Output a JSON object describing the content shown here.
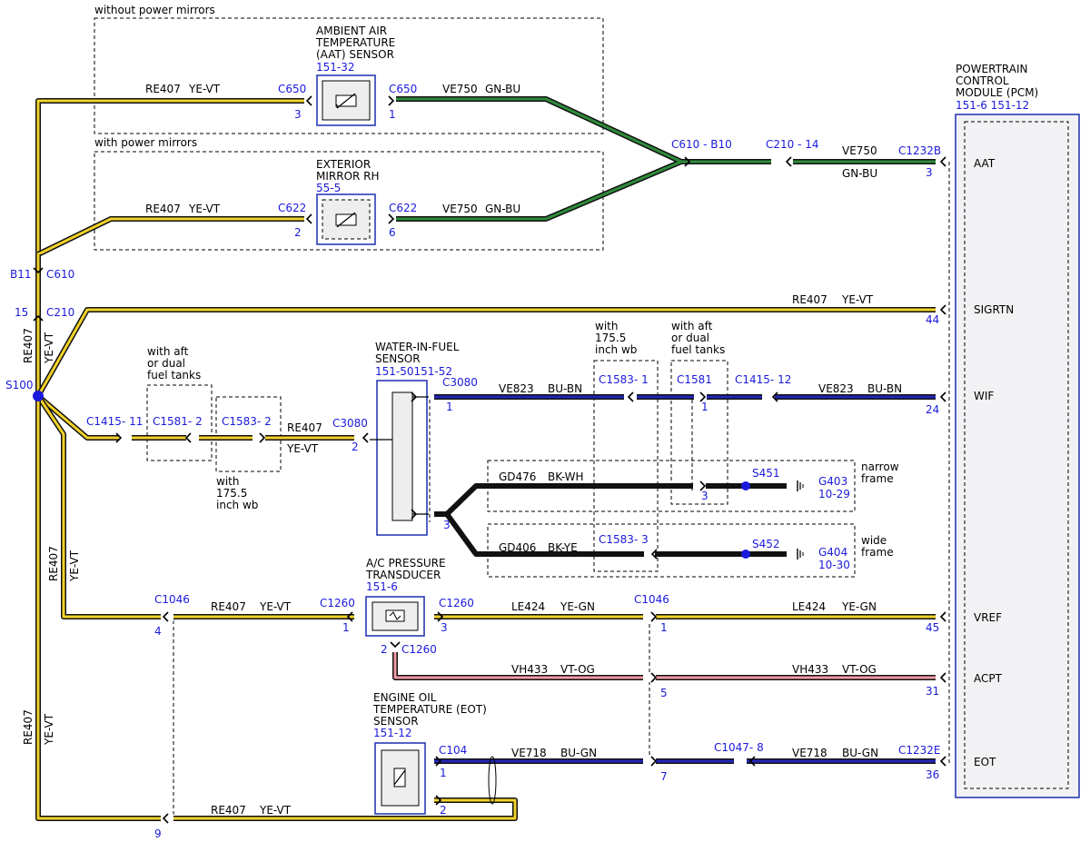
{
  "groups": {
    "without_mirrors": "without power mirrors",
    "with_mirrors": "with power mirrors",
    "aft_tanks_left": [
      "with aft",
      "or dual",
      "fuel tanks"
    ],
    "wb_left": [
      "with",
      "175.5",
      "inch wb"
    ],
    "wb_top": [
      "with",
      "175.5",
      "inch wb"
    ],
    "aft_tanks_right": [
      "with aft",
      "or dual",
      "fuel tanks"
    ],
    "narrow": [
      "narrow",
      "frame"
    ],
    "wide": [
      "wide",
      "frame"
    ]
  },
  "components": {
    "aat": {
      "name": [
        "AMBIENT AIR",
        "TEMPERATURE",
        "(AAT) SENSOR"
      ],
      "ref": "151-32"
    },
    "mirror": {
      "name": [
        "EXTERIOR",
        "MIRROR RH"
      ],
      "ref": "55-5"
    },
    "wif": {
      "name": [
        "WATER-IN-FUEL",
        "SENSOR"
      ],
      "ref": "151-50151-52"
    },
    "acp": {
      "name": [
        "A/C PRESSURE",
        "TRANSDUCER"
      ],
      "ref": "151-6"
    },
    "eot": {
      "name": [
        "ENGINE OIL",
        "TEMPERATURE (EOT)",
        "SENSOR"
      ],
      "ref": "151-12"
    },
    "pcm": {
      "name": [
        "POWERTRAIN",
        "CONTROL",
        "MODULE (PCM)"
      ],
      "ref": "151-6   151-12",
      "pins": [
        "AAT",
        "SIGRTN",
        "WIF",
        "VREF",
        "ACPT",
        "EOT"
      ]
    }
  },
  "wires": {
    "re407": "RE407",
    "ye_vt": "YE-VT",
    "ve750": "VE750",
    "gn_bu": "GN-BU",
    "ve823": "VE823",
    "bu_bn": "BU-BN",
    "gd476": "GD476",
    "bk_wh": "BK-WH",
    "gd406": "GD406",
    "bk_ye": "BK-YE",
    "le424": "LE424",
    "ye_gn": "YE-GN",
    "vh433": "VH433",
    "vt_og": "VT-OG",
    "ve718": "VE718",
    "bu_gn": "BU-GN"
  },
  "connectors": {
    "c650": "C650",
    "c622": "C622",
    "c610_b10": "C610 - B10",
    "c210_14": "C210 - 14",
    "c1232b": "C1232B",
    "b11": "B11",
    "c610": "C610",
    "c210": "C210",
    "s100": "S100",
    "c1415_11": "C1415- 11",
    "c1581_2": "C1581- 2",
    "c1583_2": "C1583- 2",
    "c3080": "C3080",
    "c1583_1": "C1583- 1",
    "c1581": "C1581",
    "c1415_12": "C1415- 12",
    "s451": "S451",
    "g403": "G403",
    "g403_ref": "10-29",
    "c1583_3": "C1583- 3",
    "s452": "S452",
    "g404": "G404",
    "g404_ref": "10-30",
    "c1046": "C1046",
    "c1260": "C1260",
    "c104": "C104",
    "c1047_8": "C1047- 8",
    "c1232e": "C1232E"
  },
  "pins": {
    "p3": "3",
    "p1": "1",
    "p2": "2",
    "p6": "6",
    "p15": "15",
    "p44": "44",
    "p24": "24",
    "p45": "45",
    "p31": "31",
    "p36": "36",
    "p4": "4",
    "p5": "5",
    "p7": "7",
    "p9": "9"
  },
  "colors": {
    "yellow": "#f2d22a",
    "green": "#2e8b3a",
    "blue": "#2226b8",
    "black": "#111111",
    "pink": "#ee9aa4",
    "label_blue": "#1a1adc"
  }
}
